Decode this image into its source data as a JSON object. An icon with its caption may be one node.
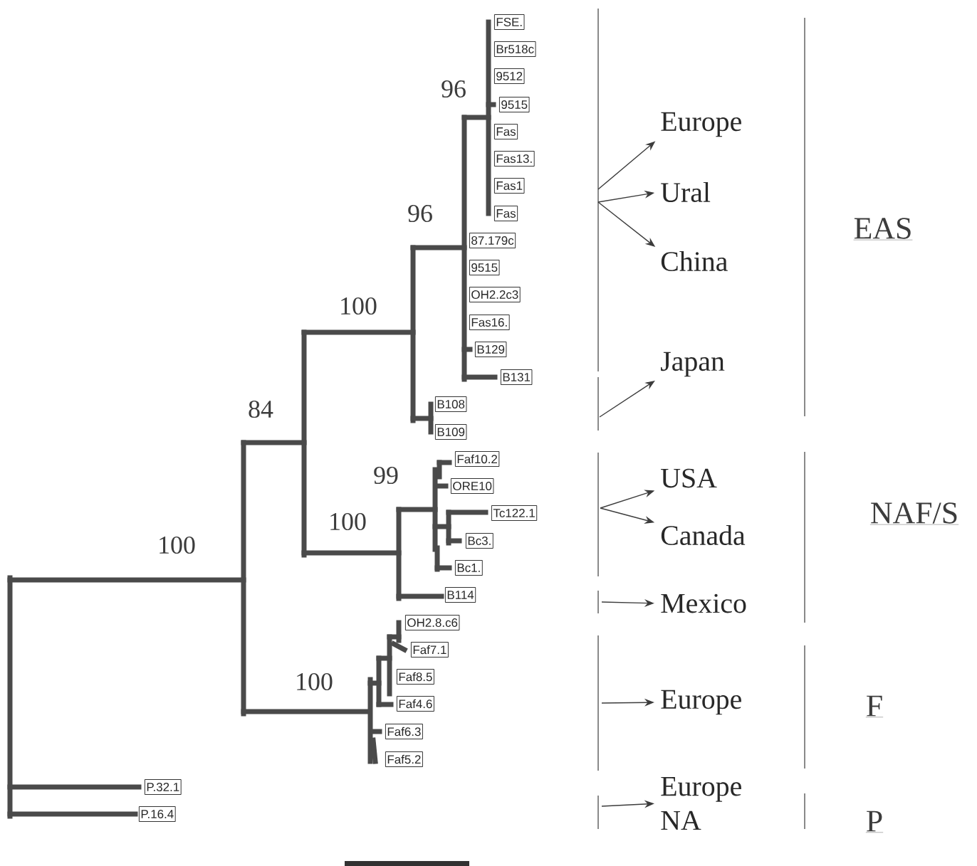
{
  "diagram": {
    "nodes": [
      {
        "text": [
          "FSE."
        ]
      },
      {
        "text": [
          "Br518c"
        ]
      },
      {
        "text": [
          "9512"
        ]
      },
      {
        "text": [
          "9515"
        ]
      },
      {
        "text": [
          "Fas"
        ]
      },
      {
        "text": [
          "Fas13."
        ]
      },
      {
        "text": [
          "Fas1"
        ]
      },
      {
        "text": [
          "Fas"
        ]
      },
      {
        "text": [
          "87.179c"
        ]
      },
      {
        "text": [
          "9515"
        ]
      },
      {
        "text": [
          "OH2.2c3"
        ]
      },
      {
        "text": [
          "Fas16."
        ]
      },
      {
        "text": [
          "B129"
        ]
      },
      {
        "text": [
          "B131"
        ]
      },
      {
        "text": [
          "B108"
        ]
      },
      {
        "text": [
          "B109"
        ]
      },
      {
        "text": [
          "Faf10.2"
        ]
      },
      {
        "text": [
          "ORE10"
        ]
      },
      {
        "text": [
          "Tc122.1"
        ]
      },
      {
        "text": [
          "Bc3."
        ]
      },
      {
        "text": [
          "Bc1."
        ]
      },
      {
        "text": [
          "B114"
        ]
      },
      {
        "text": [
          "OH2.8.c6"
        ]
      },
      {
        "text": [
          "Faf7.1"
        ]
      },
      {
        "text": [
          "Faf8.5"
        ]
      },
      {
        "text": [
          "Faf4.6"
        ]
      },
      {
        "text": [
          "Faf6.3"
        ]
      },
      {
        "text": [
          "Faf5.2"
        ]
      },
      {
        "text": [
          "P.32.1"
        ]
      },
      {
        "text": [
          "P.16.4"
        ]
      },
      {
        "text": [
          "Europe"
        ]
      },
      {
        "text": [
          "Ural"
        ]
      },
      {
        "text": [
          "China"
        ]
      },
      {
        "text": [
          "Japan"
        ]
      },
      {
        "text": [
          "USA"
        ]
      },
      {
        "text": [
          "Canada"
        ]
      },
      {
        "text": [
          "Mexico"
        ]
      },
      {
        "text": [
          "Europe"
        ]
      },
      {
        "text": [
          "Europe",
          "NA"
        ]
      }
    ],
    "edges": [
      {
        "from": null,
        "to": 30,
        "arrow": "to"
      },
      {
        "from": null,
        "to": 31,
        "arrow": "to"
      },
      {
        "from": null,
        "to": 32,
        "arrow": "to"
      },
      {
        "from": null,
        "to": 33,
        "arrow": "to"
      },
      {
        "from": null,
        "to": 34,
        "arrow": "to"
      },
      {
        "from": null,
        "to": 35,
        "arrow": "to"
      },
      {
        "from": null,
        "to": 36,
        "arrow": "to"
      },
      {
        "from": null,
        "to": 37,
        "arrow": "to"
      },
      {
        "from": null,
        "to": 38,
        "arrow": "to"
      }
    ],
    "labels": [
      "96",
      "96",
      "100",
      "84",
      "99",
      "100",
      "100",
      "100",
      "EAS",
      "NAF/S",
      "F",
      "P"
    ]
  }
}
